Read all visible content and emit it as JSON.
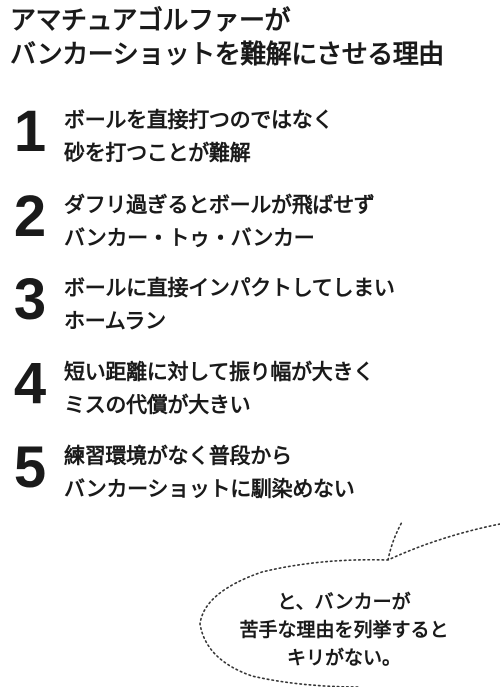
{
  "title": {
    "line1": "アマチュアゴルファーが",
    "line2": "バンカーショットを難解にさせる理由"
  },
  "items": [
    {
      "num": "1",
      "line1": "ボールを直接打つのではなく",
      "line2": "砂を打つことが難解"
    },
    {
      "num": "2",
      "line1": "ダフリ過ぎるとボールが飛ばせず",
      "line2": "バンカー・トゥ・バンカー"
    },
    {
      "num": "3",
      "line1": "ボールに直接インパクトしてしまい",
      "line2": "ホームラン"
    },
    {
      "num": "4",
      "line1": "短い距離に対して振り幅が大きく",
      "line2": "ミスの代償が大きい"
    },
    {
      "num": "5",
      "line1": "練習環境がなく普段から",
      "line2": "バンカーショットに馴染めない"
    }
  ],
  "bubble": {
    "line1": "と、バンカーが",
    "line2": "苦手な理由を列挙すると",
    "line3": "キリがない。"
  }
}
